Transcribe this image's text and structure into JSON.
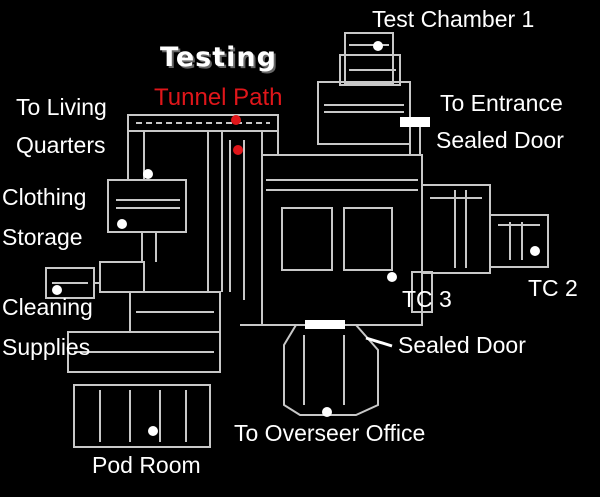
{
  "map": {
    "title": "Testing",
    "subtitle": "Tunnel Path",
    "colors": {
      "background": "#000000",
      "wall": "#c8c8c8",
      "marker": "#ffffff",
      "path_marker": "#e0161a",
      "door": "#ffffff"
    },
    "labels": {
      "test_chamber_1": "Test Chamber 1",
      "to_entrance_1": "To Entrance",
      "to_entrance_2": "Sealed Door",
      "living_1": "To Living",
      "living_2": "Quarters",
      "clothing_1": "Clothing",
      "clothing_2": "Storage",
      "cleaning_1": "Cleaning",
      "cleaning_2": "Supplies",
      "tc3": "TC 3",
      "tc2": "TC 2",
      "sealed_door": "Sealed Door",
      "overseer": "To Overseer Office",
      "pod_room": "Pod Room"
    }
  }
}
